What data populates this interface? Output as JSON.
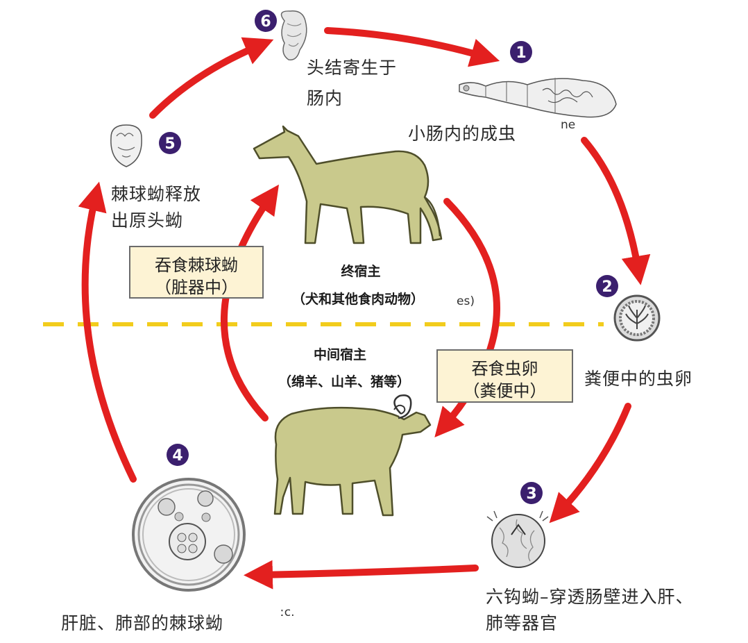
{
  "steps": [
    {
      "number": "1",
      "label": "小肠内的成虫"
    },
    {
      "number": "2",
      "label": "粪便中的虫卵"
    },
    {
      "number": "3",
      "label_line1": "六钩蚴–穿透肠壁进入肝、",
      "label_line2": "肺等器官"
    },
    {
      "number": "4",
      "label": "肝脏、肺部的棘球蚴"
    },
    {
      "number": "5",
      "label_line1": "棘球蚴释放",
      "label_line2": "出原头蚴"
    },
    {
      "number": "6",
      "label_line1": "头结寄生于",
      "label_line2": "肠内"
    }
  ],
  "definitive_host": {
    "title": "终宿主",
    "subtitle": "（犬和其他食肉动物）"
  },
  "intermediate_host": {
    "title": "中间宿主",
    "subtitle": "（绵羊、山羊、猪等）"
  },
  "box_left": {
    "line1": "吞食棘球蚴",
    "line2": "（脏器中）"
  },
  "box_right": {
    "line1": "吞食虫卵",
    "line2": "（粪便中）"
  },
  "residual_text": {
    "a": "ne",
    "b": "es)",
    "c": "ːc."
  },
  "colors": {
    "arrow": "#e3201f",
    "step_circle": "#3b1f6e",
    "divider": "#f2cc1c",
    "animal_fill": "#c9c98c",
    "box_fill": "#fdf3d4"
  }
}
